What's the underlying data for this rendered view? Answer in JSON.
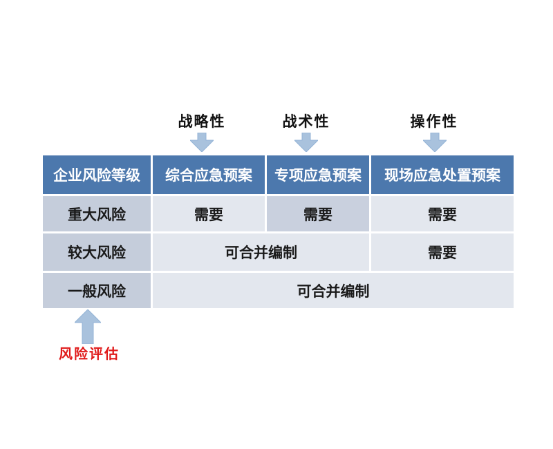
{
  "annotations": {
    "top_labels": [
      {
        "label": "战略性"
      },
      {
        "label": "战术性"
      },
      {
        "label": "操作性"
      }
    ],
    "bottom_label": "风险评估"
  },
  "table": {
    "headers": [
      {
        "label": "企业风险等级"
      },
      {
        "label": "综合应急预案"
      },
      {
        "label": "专项应急预案"
      },
      {
        "label": "现场应急处置预案"
      }
    ],
    "rows": [
      {
        "level": "重大风险",
        "cells": [
          {
            "text": "需要"
          },
          {
            "text": "需要",
            "highlighted": true
          },
          {
            "text": "需要"
          }
        ]
      },
      {
        "level": "较大风险",
        "cells": [
          {
            "text": "可合并编制",
            "colspan": 2
          },
          {
            "text": "需要"
          }
        ]
      },
      {
        "level": "一般风险",
        "cells": [
          {
            "text": "可合并编制",
            "colspan": 3
          }
        ]
      }
    ]
  },
  "colors": {
    "header_bg": "#4c78ad",
    "level_column_bg": "#c5cddb",
    "cell_bg": "#e3e7ee",
    "highlight_cell_bg": "#c9d0de",
    "arrow_fill": "#a9c2dd",
    "risk_label_color": "#e01a1a"
  }
}
